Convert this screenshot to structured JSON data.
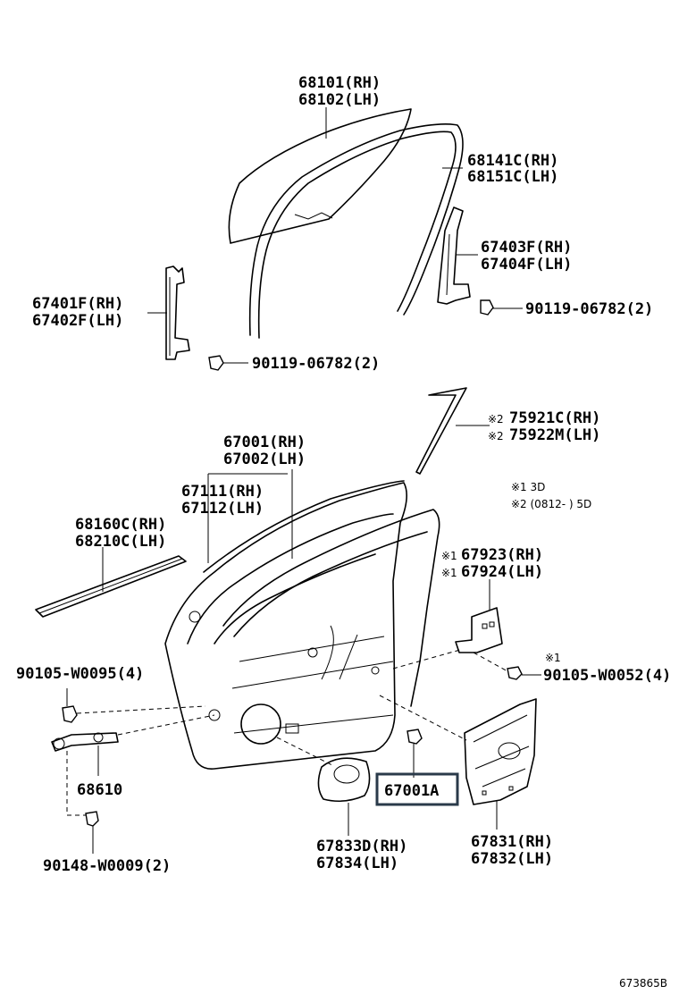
{
  "labels": {
    "glass_rh": "68101(RH)",
    "glass_lh": "68102(LH)",
    "run_rh": "68141C(RH)",
    "run_lh": "68151C(LH)",
    "rear_channel_rh": "67403F(RH)",
    "rear_channel_lh": "67404F(LH)",
    "rear_bolt": "90119-06782(2)",
    "front_channel_rh": "67401F(RH)",
    "front_channel_lh": "67402F(LH)",
    "front_bolt": "90119-06782(2)",
    "stripe_rh": "75921C(RH)",
    "stripe_lh": "75922M(LH)",
    "stripe_mark_1": "※2",
    "stripe_mark_2": "※2",
    "door_panel_rh": "67001(RH)",
    "door_panel_lh": "67002(LH)",
    "weatherstrip_rh": "67111(RH)",
    "weatherstrip_lh": "67112(LH)",
    "belt_rh": "68160C(RH)",
    "belt_lh": "68210C(LH)",
    "note_1": "※1 3D",
    "note_2": "※2 (0812-      ) 5D",
    "bracket_rh": "67923(RH)",
    "bracket_lh": "67924(LH)",
    "bracket_mark_1": "※1",
    "bracket_mark_2": "※1",
    "bracket_bolt_mark": "※1",
    "bracket_bolt": "90105-W0052(4)",
    "check_bolt": "90105-W0095(4)",
    "door_check": "68610",
    "check_screw": "90148-W0009(2)",
    "door_shell": "67001A",
    "hole_cover_rh": "67833D(RH)",
    "hole_cover_lh": "67834(LH)",
    "service_cover_rh": "67831(RH)",
    "service_cover_lh": "67832(LH)",
    "figure_id": "673865B"
  }
}
